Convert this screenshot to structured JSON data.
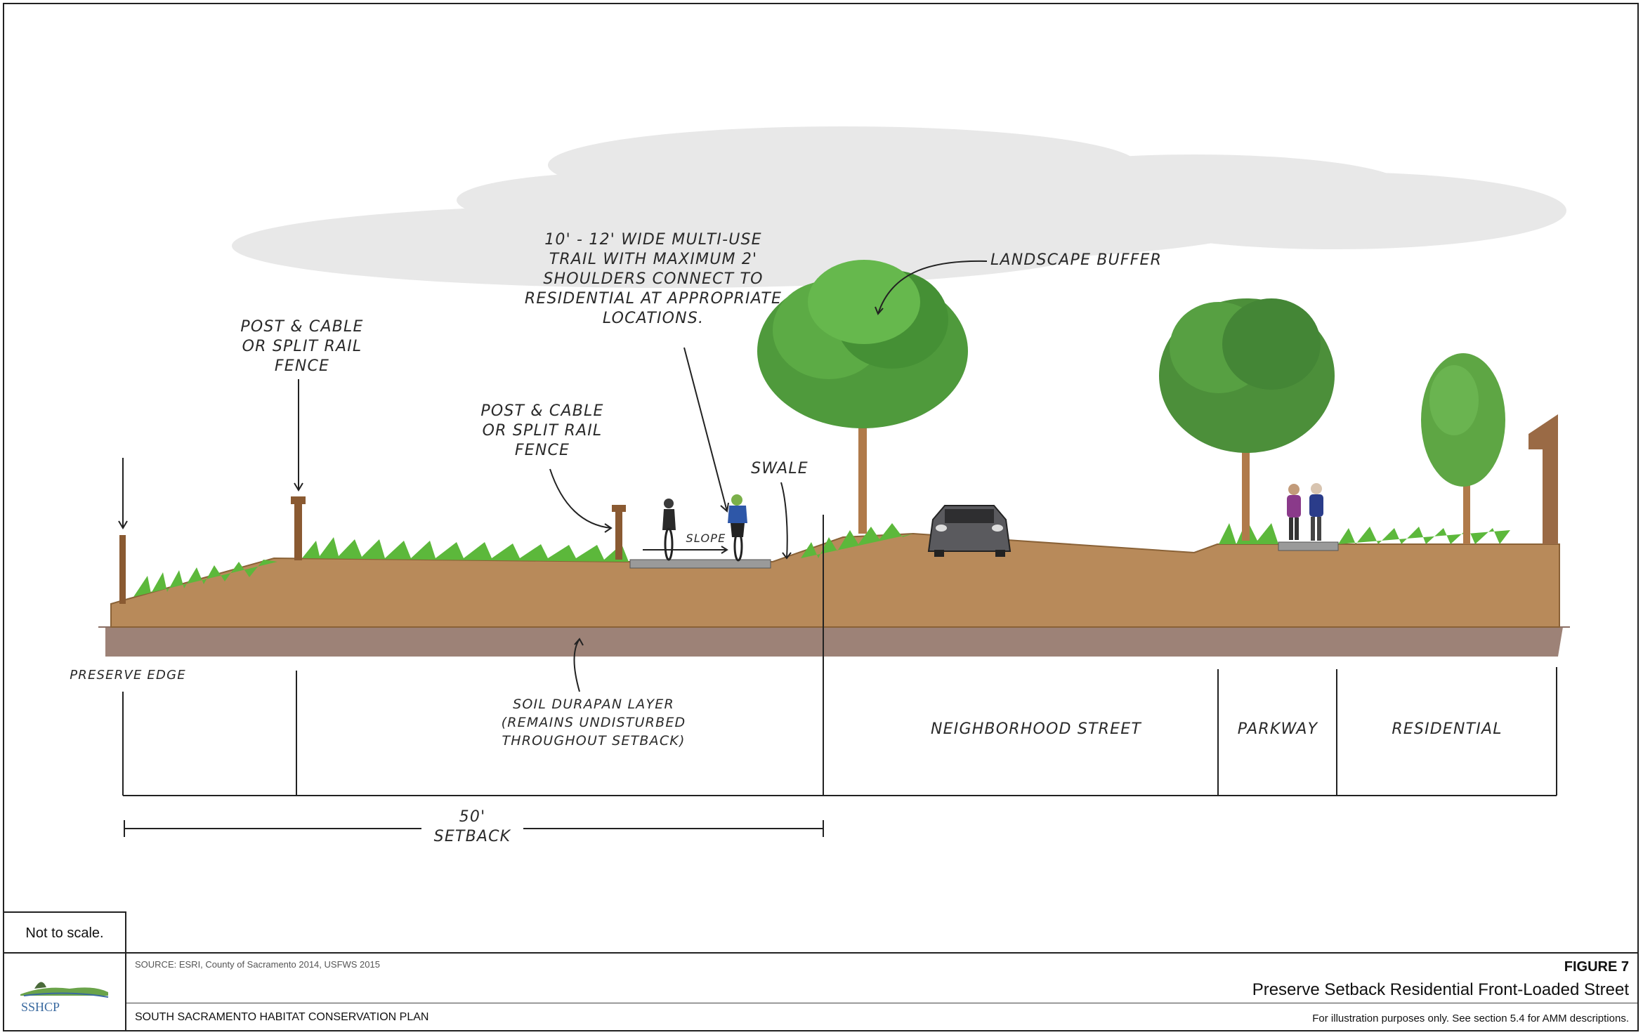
{
  "callouts": {
    "trail": [
      "10' - 12' WIDE MULTI-USE",
      "TRAIL WITH MAXIMUM 2'",
      "SHOULDERS CONNECT TO",
      "RESIDENTIAL AT APPROPRIATE",
      "LOCATIONS."
    ],
    "landscape_buffer": "LANDSCAPE BUFFER",
    "fence_left": [
      "POST & CABLE",
      "OR SPLIT RAIL",
      "FENCE"
    ],
    "fence_right": [
      "POST & CABLE",
      "OR SPLIT RAIL",
      "FENCE"
    ],
    "swale": "SWALE",
    "slope": "SLOPE",
    "preserve_edge": "PRESERVE EDGE",
    "soil_layer": [
      "SOIL DURAPAN LAYER",
      "(REMAINS UNDISTURBED",
      "THROUGHOUT SETBACK)"
    ],
    "neighborhood_street": "NEIGHBORHOOD STREET",
    "parkway": "PARKWAY",
    "residential": "RESIDENTIAL",
    "setback": [
      "50'",
      "SETBACK"
    ]
  },
  "scale_note": "Not to scale.",
  "footer": {
    "source": "SOURCE: ESRI, County of Sacramento 2014, USFWS 2015",
    "plan_name": "SOUTH SACRAMENTO HABITAT CONSERVATION PLAN",
    "figure_number": "FIGURE 7",
    "figure_title": "Preserve Setback Residential Front-Loaded Street",
    "figure_note": "For illustration purposes only.  See section 5.4 for AMM descriptions.",
    "logo_text": "SSHCP"
  },
  "colors": {
    "soil": "#b88a5a",
    "subsoil": "#9c8276",
    "grass": "#5bb53a",
    "tree_canopy": "#4f9a3c",
    "trunk": "#b07a4a",
    "cloud": "#e6e6e6"
  }
}
